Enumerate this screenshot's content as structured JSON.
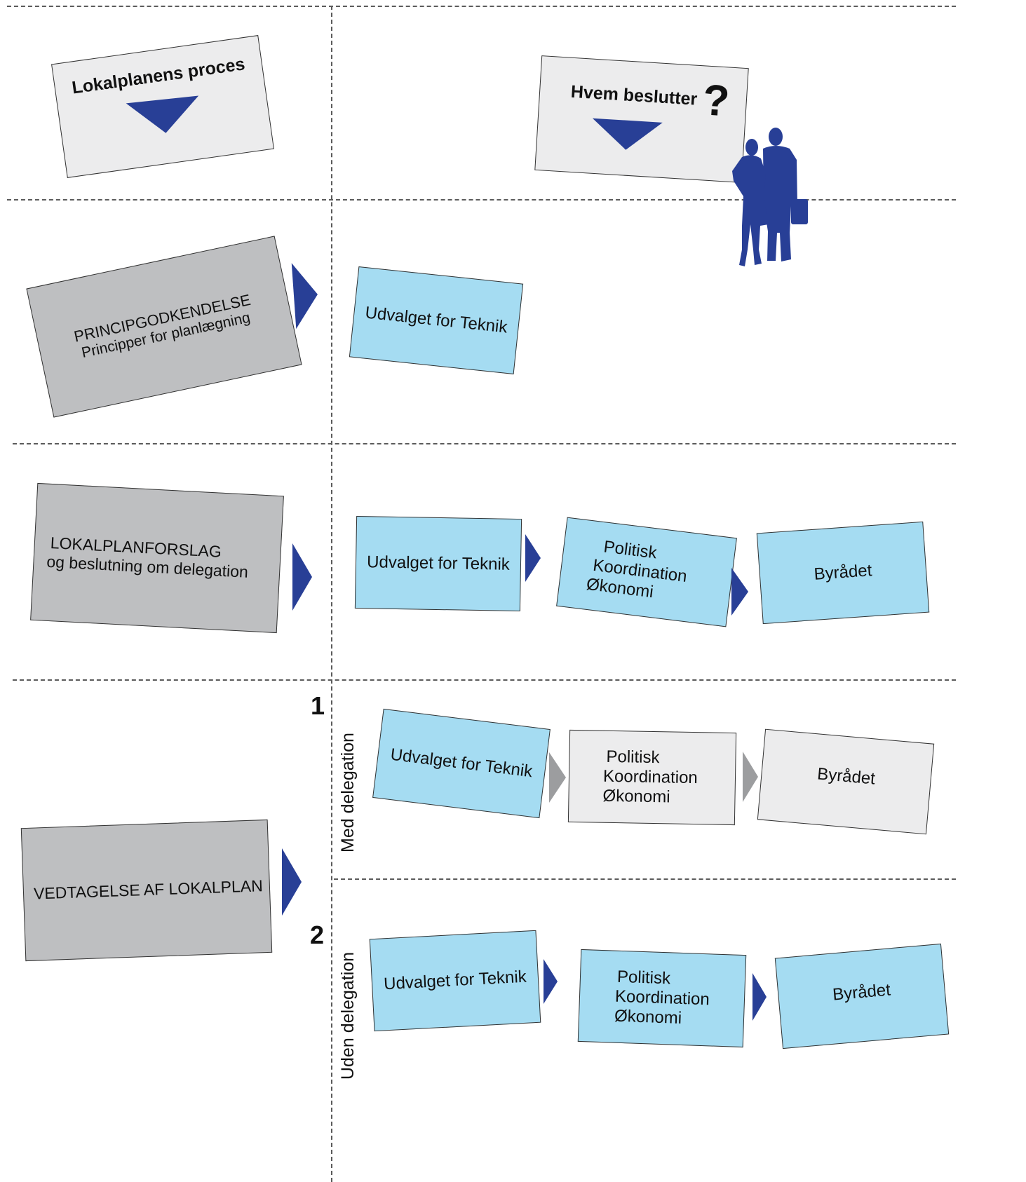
{
  "header": {
    "process_title": "Lokalplanens proces",
    "decider_title": "Hvem beslutter",
    "question_mark": "?"
  },
  "rows": {
    "principle": {
      "title": "PRINCIPGODKENDELSE",
      "subtitle": "Principper for planlægning",
      "steps": [
        "Udvalget for Teknik"
      ]
    },
    "proposal": {
      "title": "LOKALPLANFORSLAG",
      "subtitle": "og beslutning om delegation",
      "steps": [
        "Udvalget for Teknik",
        "Politisk",
        "Koordination",
        "Økonomi",
        "Byrådet"
      ]
    },
    "adoption": {
      "title": "VEDTAGELSE AF LOKALPLAN",
      "option1": {
        "number": "1",
        "label": "Med delegation",
        "steps": [
          "Udvalget for Teknik",
          "Politisk",
          "Koordination",
          "Økonomi",
          "Byrådet"
        ]
      },
      "option2": {
        "number": "2",
        "label": "Uden  delegation",
        "steps": [
          "Udvalget for Teknik",
          "Politisk",
          "Koordination",
          "Økonomi",
          "Byrådet"
        ]
      }
    }
  },
  "colors": {
    "accent_blue": "#283f96",
    "card_blue": "#a5dcf2",
    "card_grey": "#bebfc1",
    "card_light": "#ececed",
    "arrow_grey": "#9c9d9f"
  },
  "icons": {
    "people": "people-silhouette-icon"
  }
}
